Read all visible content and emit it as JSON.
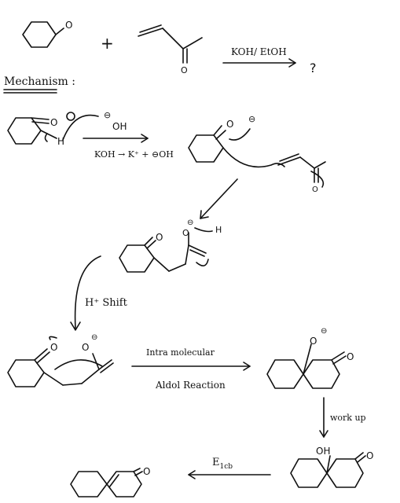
{
  "reaction": {
    "plus": "+",
    "reagent": "KOH/ EtOH",
    "question": "?",
    "ketone_o": "O",
    "enone_o": "O"
  },
  "mechanism": {
    "heading": "Mechanism :",
    "step1": {
      "o_label": "O",
      "h_label": "H",
      "hydroxide_charge": "⊖",
      "hydroxide": "OH",
      "equation": "KOH → K⁺ + ⊖OH"
    },
    "step2": {
      "o_label": "O",
      "charge": "⊖"
    },
    "step3": {
      "o_label": "O",
      "o2_label": "O",
      "charge": "⊖",
      "h_label": "H"
    },
    "h_shift": "H⁺ Shift",
    "step4": {
      "o_label": "O",
      "o2_label": "O",
      "charge": "⊖"
    },
    "aldol_line1": "Intra molecular",
    "aldol_line2": "Aldol Reaction",
    "step5": {
      "o_label": "O",
      "charge": "⊖",
      "ketone_o": "O"
    },
    "work_up": "work up",
    "step6": {
      "oh_label": "OH",
      "ketone_o": "O"
    },
    "e1cb_main": "E",
    "e1cb_sub": "1cb",
    "product": {
      "ketone_o": "O"
    }
  }
}
